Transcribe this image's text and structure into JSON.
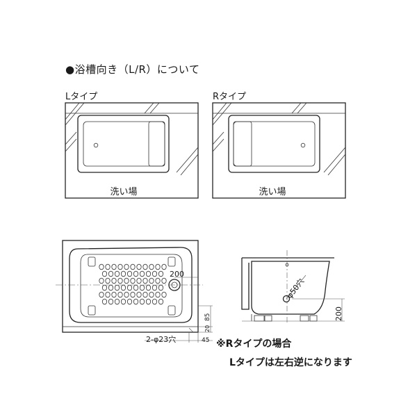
{
  "heading": "●浴槽向き（L/R）について",
  "types": {
    "l_label": "Lタイプ",
    "r_label": "Rタイプ",
    "washing_area": "洗い場"
  },
  "dimensions": {
    "width_200": "200",
    "height_85": "85",
    "height_20": "20",
    "offset_45": "45",
    "holes": "2-φ23穴",
    "drain": "φ50穴",
    "side_200": "200"
  },
  "notes": {
    "line1": "※Rタイプの場合",
    "line2": "Lタイプは左右逆になります"
  }
}
